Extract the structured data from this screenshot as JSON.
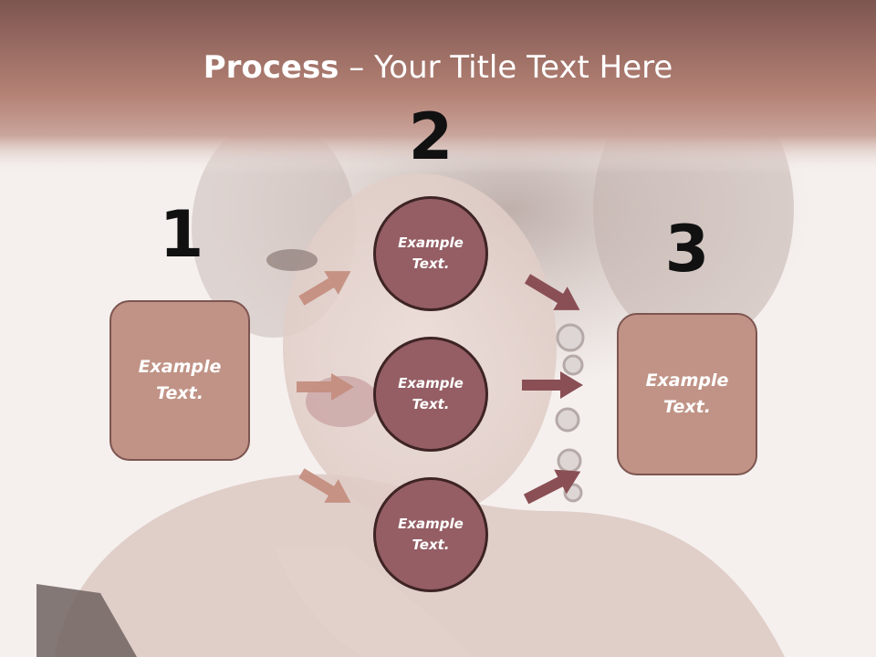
{
  "title": {
    "bold": "Process",
    "rest": " – Your Title Text Here"
  },
  "steps": {
    "one": "1",
    "two": "2",
    "three": "3"
  },
  "left_box": {
    "text": "Example Text."
  },
  "right_box": {
    "text": "Example Text."
  },
  "circles": [
    {
      "text": "Example Text."
    },
    {
      "text": "Example Text."
    },
    {
      "text": "Example Text."
    }
  ],
  "colors": {
    "header_band": "#a9776a",
    "box_fill": "#c09386",
    "circle_fill": "#945e64",
    "left_arrow": "#c48e80",
    "right_arrow": "#8a4f55"
  }
}
